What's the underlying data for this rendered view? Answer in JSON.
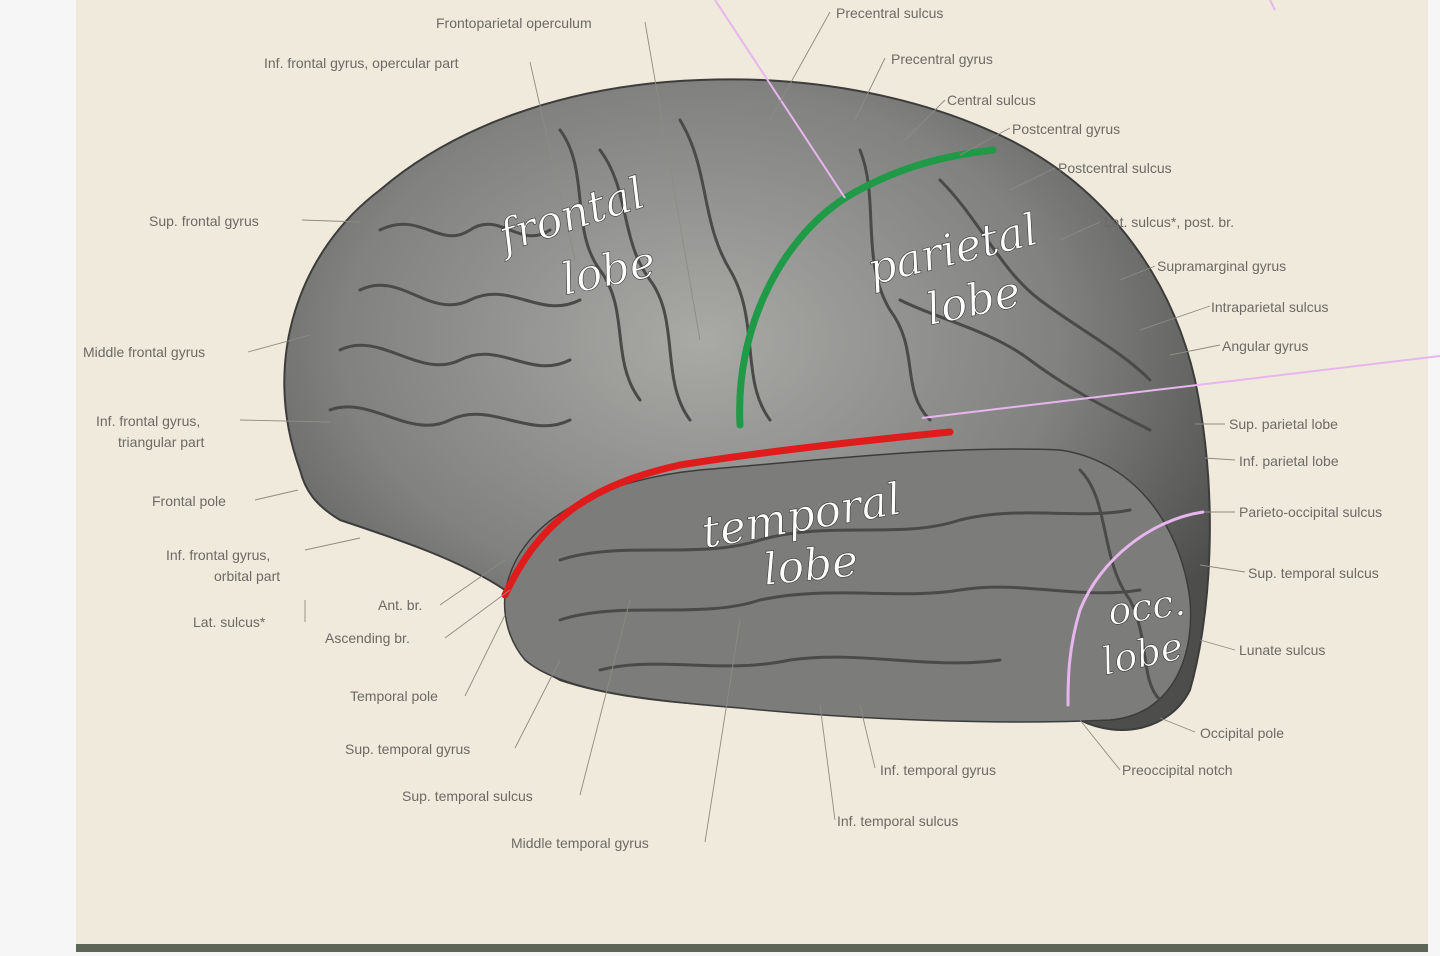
{
  "labels": {
    "frontoparietal_operculum": "Frontoparietal operculum",
    "precentral_sulcus": "Precentral sulcus",
    "inf_frontal_opercular": "Inf. frontal gyrus, opercular part",
    "precentral_gyrus": "Precentral gyrus",
    "central_sulcus": "Central sulcus",
    "postcentral_gyrus": "Postcentral gyrus",
    "postcentral_sulcus": "Postcentral sulcus",
    "sup_frontal_gyrus": "Sup. frontal gyrus",
    "lat_sulcus_post_br": "Lat. sulcus*, post. br.",
    "supramarginal_gyrus": "Supramarginal gyrus",
    "intraparietal_sulcus": "Intraparietal sulcus",
    "middle_frontal_gyrus": "Middle frontal gyrus",
    "angular_gyrus": "Angular gyrus",
    "inf_frontal_triangular_1": "Inf. frontal gyrus,",
    "inf_frontal_triangular_2": "triangular part",
    "sup_parietal_lobe": "Sup. parietal lobe",
    "inf_parietal_lobe": "Inf. parietal lobe",
    "frontal_pole": "Frontal pole",
    "parieto_occipital_sulcus": "Parieto-occipital sulcus",
    "inf_frontal_orbital_1": "Inf. frontal gyrus,",
    "inf_frontal_orbital_2": "orbital part",
    "sup_temporal_sulcus_r": "Sup. temporal sulcus",
    "ant_br": "Ant. br.",
    "lat_sulcus": "Lat. sulcus*",
    "ascending_br": "Ascending br.",
    "lunate_sulcus": "Lunate sulcus",
    "temporal_pole": "Temporal pole",
    "occipital_pole": "Occipital pole",
    "sup_temporal_gyrus": "Sup. temporal gyrus",
    "inf_temporal_gyrus": "Inf. temporal gyrus",
    "preoccipital_notch": "Preoccipital notch",
    "sup_temporal_sulcus_b": "Sup. temporal sulcus",
    "inf_temporal_sulcus": "Inf. temporal sulcus",
    "middle_temporal_gyrus": "Middle temporal gyrus"
  },
  "annotations": {
    "frontal_1": "frontal",
    "frontal_2": "lobe",
    "parietal_1": "parietal",
    "parietal_2": "lobe",
    "temporal_1": "temporal",
    "temporal_2": "lobe",
    "occ_1": "occ.",
    "occ_2": "lobe"
  },
  "colors": {
    "central_sulcus_marker": "#1f9a46",
    "lateral_sulcus_marker": "#e01b1b",
    "parieto_occipital_marker": "#e8b6ee",
    "plate_background": "#efeadc",
    "brain_fill": "#8a8a88"
  }
}
